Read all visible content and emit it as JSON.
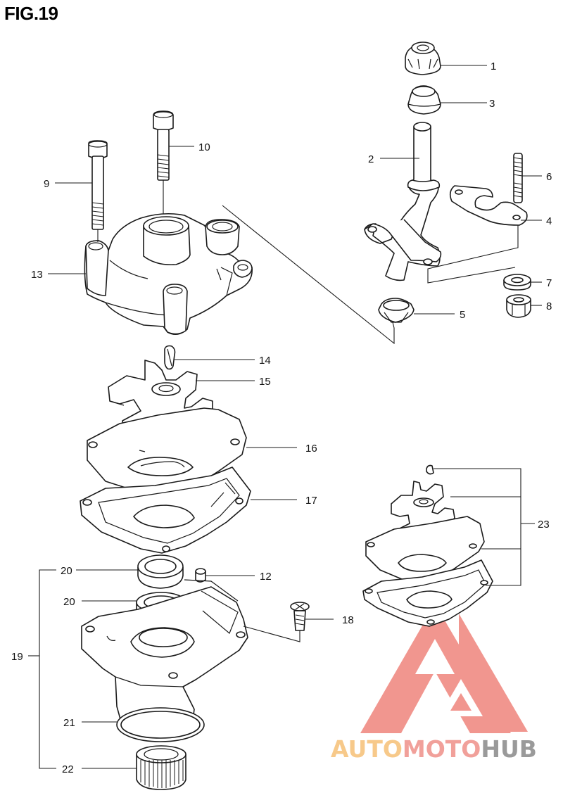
{
  "figure": {
    "title": "FIG.19"
  },
  "callouts": {
    "c1": "1",
    "c2": "2",
    "c3": "3",
    "c4": "4",
    "c5": "5",
    "c6": "6",
    "c7": "7",
    "c8": "8",
    "c9": "9",
    "c10": "10",
    "c12": "12",
    "c13": "13",
    "c14": "14",
    "c15": "15",
    "c16": "16",
    "c17": "17",
    "c18": "18",
    "c19": "19",
    "c20a": "20",
    "c20b": "20",
    "c21": "21",
    "c22": "22",
    "c23": "23"
  },
  "watermark": {
    "part1": "AUTO",
    "part2": "MOTO",
    "part3": "HUB",
    "color1": "#f7c98a",
    "color2": "#f1a09a",
    "color3": "#9a9a9a",
    "logo_color": "#ee7d74"
  }
}
